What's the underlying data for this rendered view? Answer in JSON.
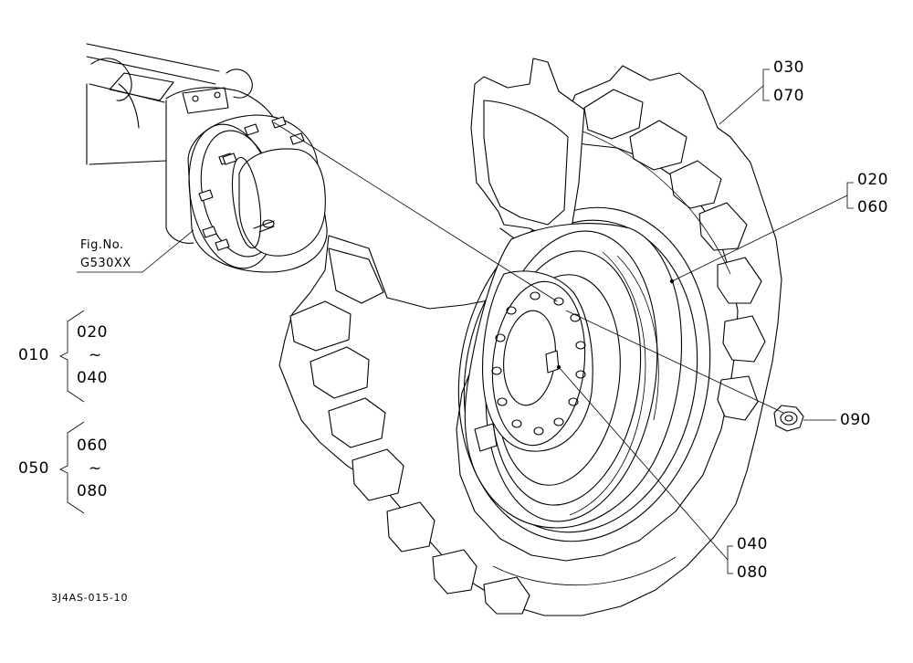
{
  "callouts": {
    "c030": "030",
    "c070": "070",
    "c020": "020",
    "c060": "060",
    "c090": "090",
    "c040": "040",
    "c080": "080"
  },
  "figure_ref": {
    "line1": "Fig.No.",
    "line2": "G530XX"
  },
  "legend": {
    "group1": {
      "parent": "010",
      "from": "020",
      "tilde": "~",
      "to": "040"
    },
    "group2": {
      "parent": "050",
      "from": "060",
      "tilde": "~",
      "to": "080"
    }
  },
  "drawing_code": "3J4AS-015-10"
}
